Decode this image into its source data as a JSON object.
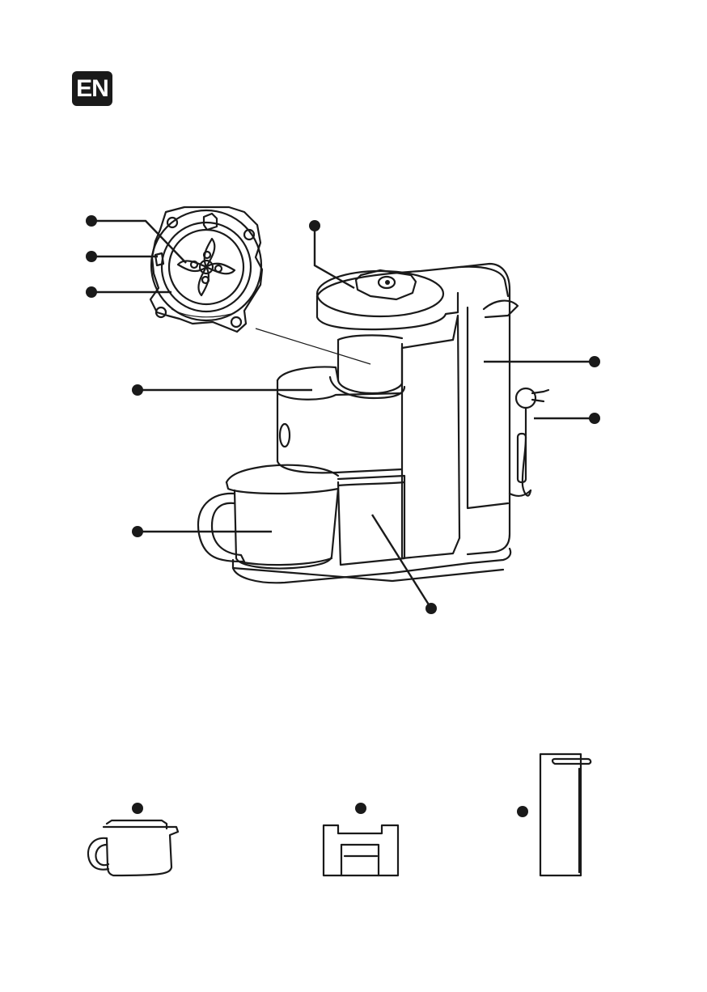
{
  "page": {
    "language_badge": "EN",
    "background": "#ffffff",
    "ink": "#1a1a1a"
  },
  "diagram": {
    "type": "coffee-machine-parts-diagram",
    "callouts_count": 12
  }
}
